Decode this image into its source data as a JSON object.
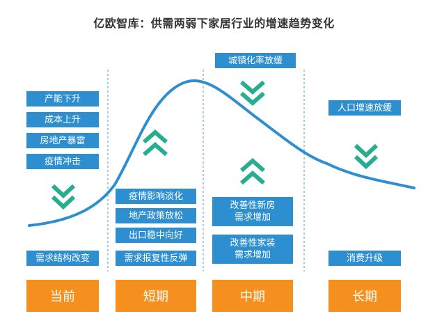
{
  "title": "亿欧智库：供需两弱下家居行业的增速趋势变化",
  "colors": {
    "box": "#2e8fd0",
    "chevron": "#27ae8f",
    "phase": "#f5901e",
    "curve": "#2e8fd0",
    "divider": "#6fa8d8"
  },
  "current": {
    "factors": [
      "产能下升",
      "成本上升",
      "房地产暴雷",
      "疫情冲击"
    ],
    "trend_icon": "double-chevron-down-icon",
    "summary": "需求结构改变",
    "phase": "当前"
  },
  "short_term": {
    "trend_icon": "double-chevron-up-icon",
    "factors": [
      "疫情影响淡化",
      "地产政策放松",
      "出口稳中向好",
      "需求报复性反弹"
    ],
    "phase": "短期"
  },
  "mid_term": {
    "top_factor": "城镇化率放缓",
    "trend_icons": [
      "double-chevron-down-icon",
      "double-chevron-up-icon"
    ],
    "factors": [
      "改善性新房\n需求增加",
      "改善性家装\n需求增加"
    ],
    "phase": "中期"
  },
  "long_term": {
    "factor": "人口增速放缓",
    "trend_icon": "double-chevron-down-icon",
    "summary": "消费升级",
    "phase": "长期"
  }
}
